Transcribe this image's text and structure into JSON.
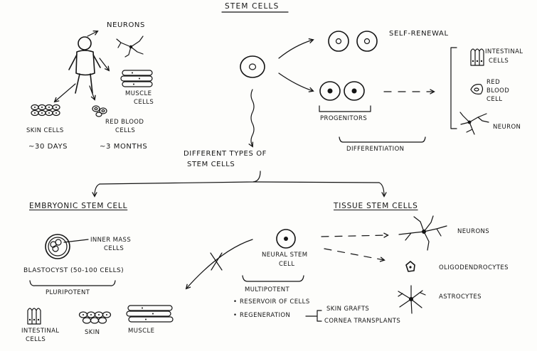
{
  "title": "STEM CELLS",
  "left_panel": {
    "neurons": "NEURONS",
    "muscle": [
      "MUSCLE",
      "CELLS"
    ],
    "red_blood": [
      "RED BLOOD",
      "CELLS"
    ],
    "skin": "SKIN CELLS",
    "skin_time": "~30 DAYS",
    "red_time": "~3 MONTHS"
  },
  "top_right": {
    "self_renewal": "SELF-RENEWAL",
    "progenitors": "PROGENITORS",
    "differentiation": "DIFFERENTIATION",
    "intestinal": [
      "INTESTINAL",
      "CELLS"
    ],
    "red_blood": [
      "RED",
      "BLOOD",
      "CELL"
    ],
    "neuron": "NEURON"
  },
  "center": {
    "different_types": [
      "DIFFERENT TYPES OF",
      "STEM CELLS"
    ]
  },
  "embryonic": {
    "heading": "EMBRYONIC STEM CELL",
    "inner_mass": [
      "INNER MASS",
      "CELLS"
    ],
    "blastocyst": "BLASTOCYST (50-100 CELLS)",
    "pluripotent": "PLURIPOTENT",
    "intestinal": [
      "INTESTINAL",
      "CELLS"
    ],
    "skin": "SKIN",
    "muscle": "MUSCLE"
  },
  "tissue": {
    "heading": "TISSUE STEM CELLS",
    "neural": [
      "NEURAL STEM",
      "CELL"
    ],
    "multipotent": "MULTIPOTENT",
    "reservoir": "RESERVOIR OF CELLS",
    "regeneration": "REGENERATION",
    "skin_grafts": "SKIN GRAFTS",
    "cornea": "CORNEA TRANSPLANTS",
    "neurons": "NEURONS",
    "oligodendrocytes": "OLIGODENDROCYTES",
    "astrocytes": "ASTROCYTES"
  }
}
